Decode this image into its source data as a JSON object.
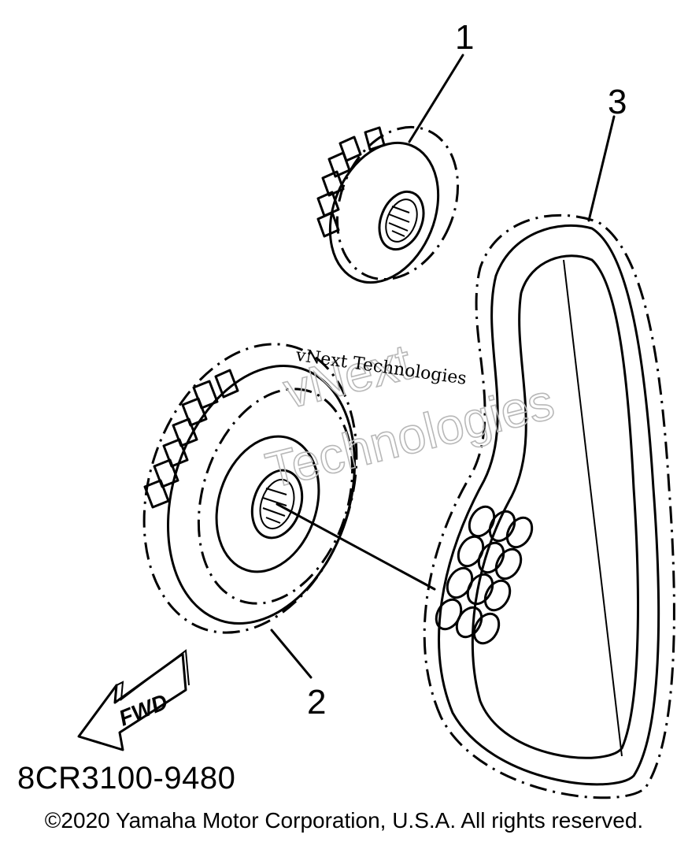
{
  "callouts": {
    "one": "1",
    "two": "2",
    "three": "3"
  },
  "fwd_label": "FWD",
  "watermark": {
    "small": "vNext Technologies",
    "large_line1": "vNext",
    "large_line2": "Technologies"
  },
  "part_code": "8CR3100-9480",
  "copyright": "©2020 Yamaha Motor Corporation, U.S.A. All rights reserved.",
  "parts": [
    {
      "number": "1",
      "icon": "small-sprocket-icon"
    },
    {
      "number": "2",
      "icon": "large-sprocket-icon"
    },
    {
      "number": "3",
      "icon": "drive-belt-chain-icon"
    }
  ],
  "colors": {
    "ink": "#000000",
    "background": "#ffffff",
    "watermark_outline": "#b8b8b8"
  }
}
